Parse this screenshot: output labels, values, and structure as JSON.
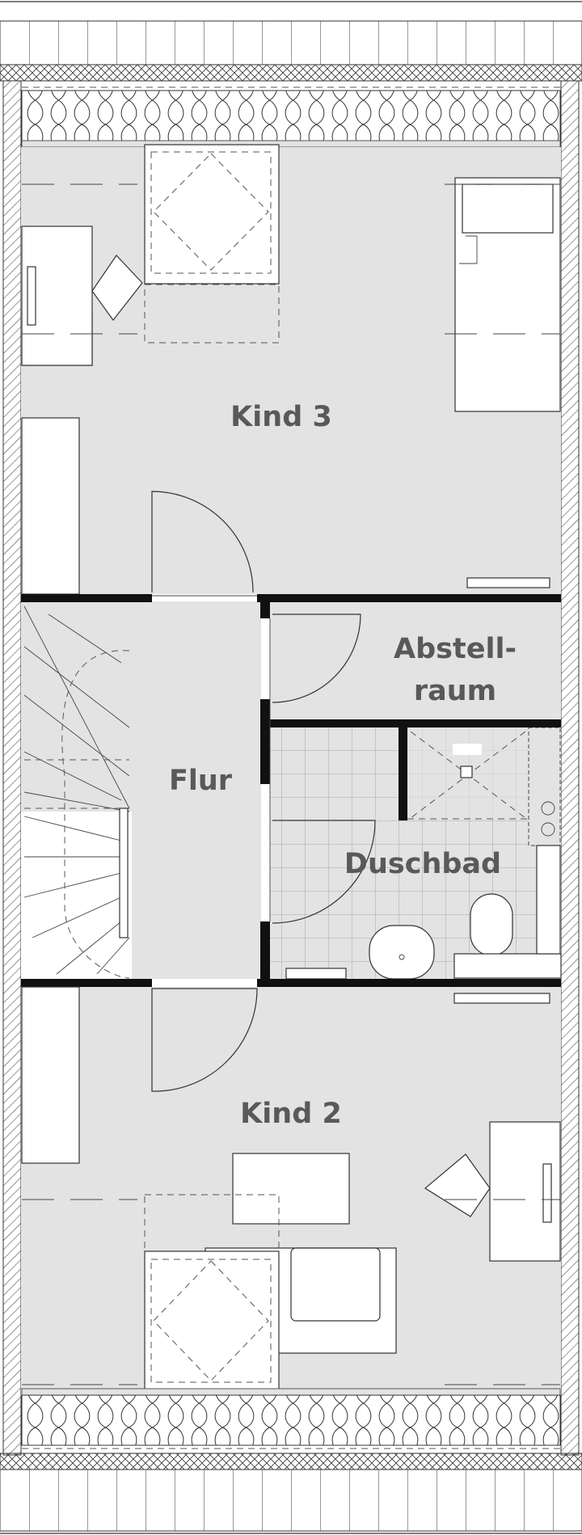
{
  "rooms": {
    "kind3": "Kind 3",
    "flur": "Flur",
    "abstellraum_line1": "Abstell-",
    "abstellraum_line2": "raum",
    "duschbad": "Duschbad",
    "kind2": "Kind 2"
  },
  "colors": {
    "floor": "#e3e3e3",
    "wall": "#111111",
    "label": "#58595b"
  }
}
